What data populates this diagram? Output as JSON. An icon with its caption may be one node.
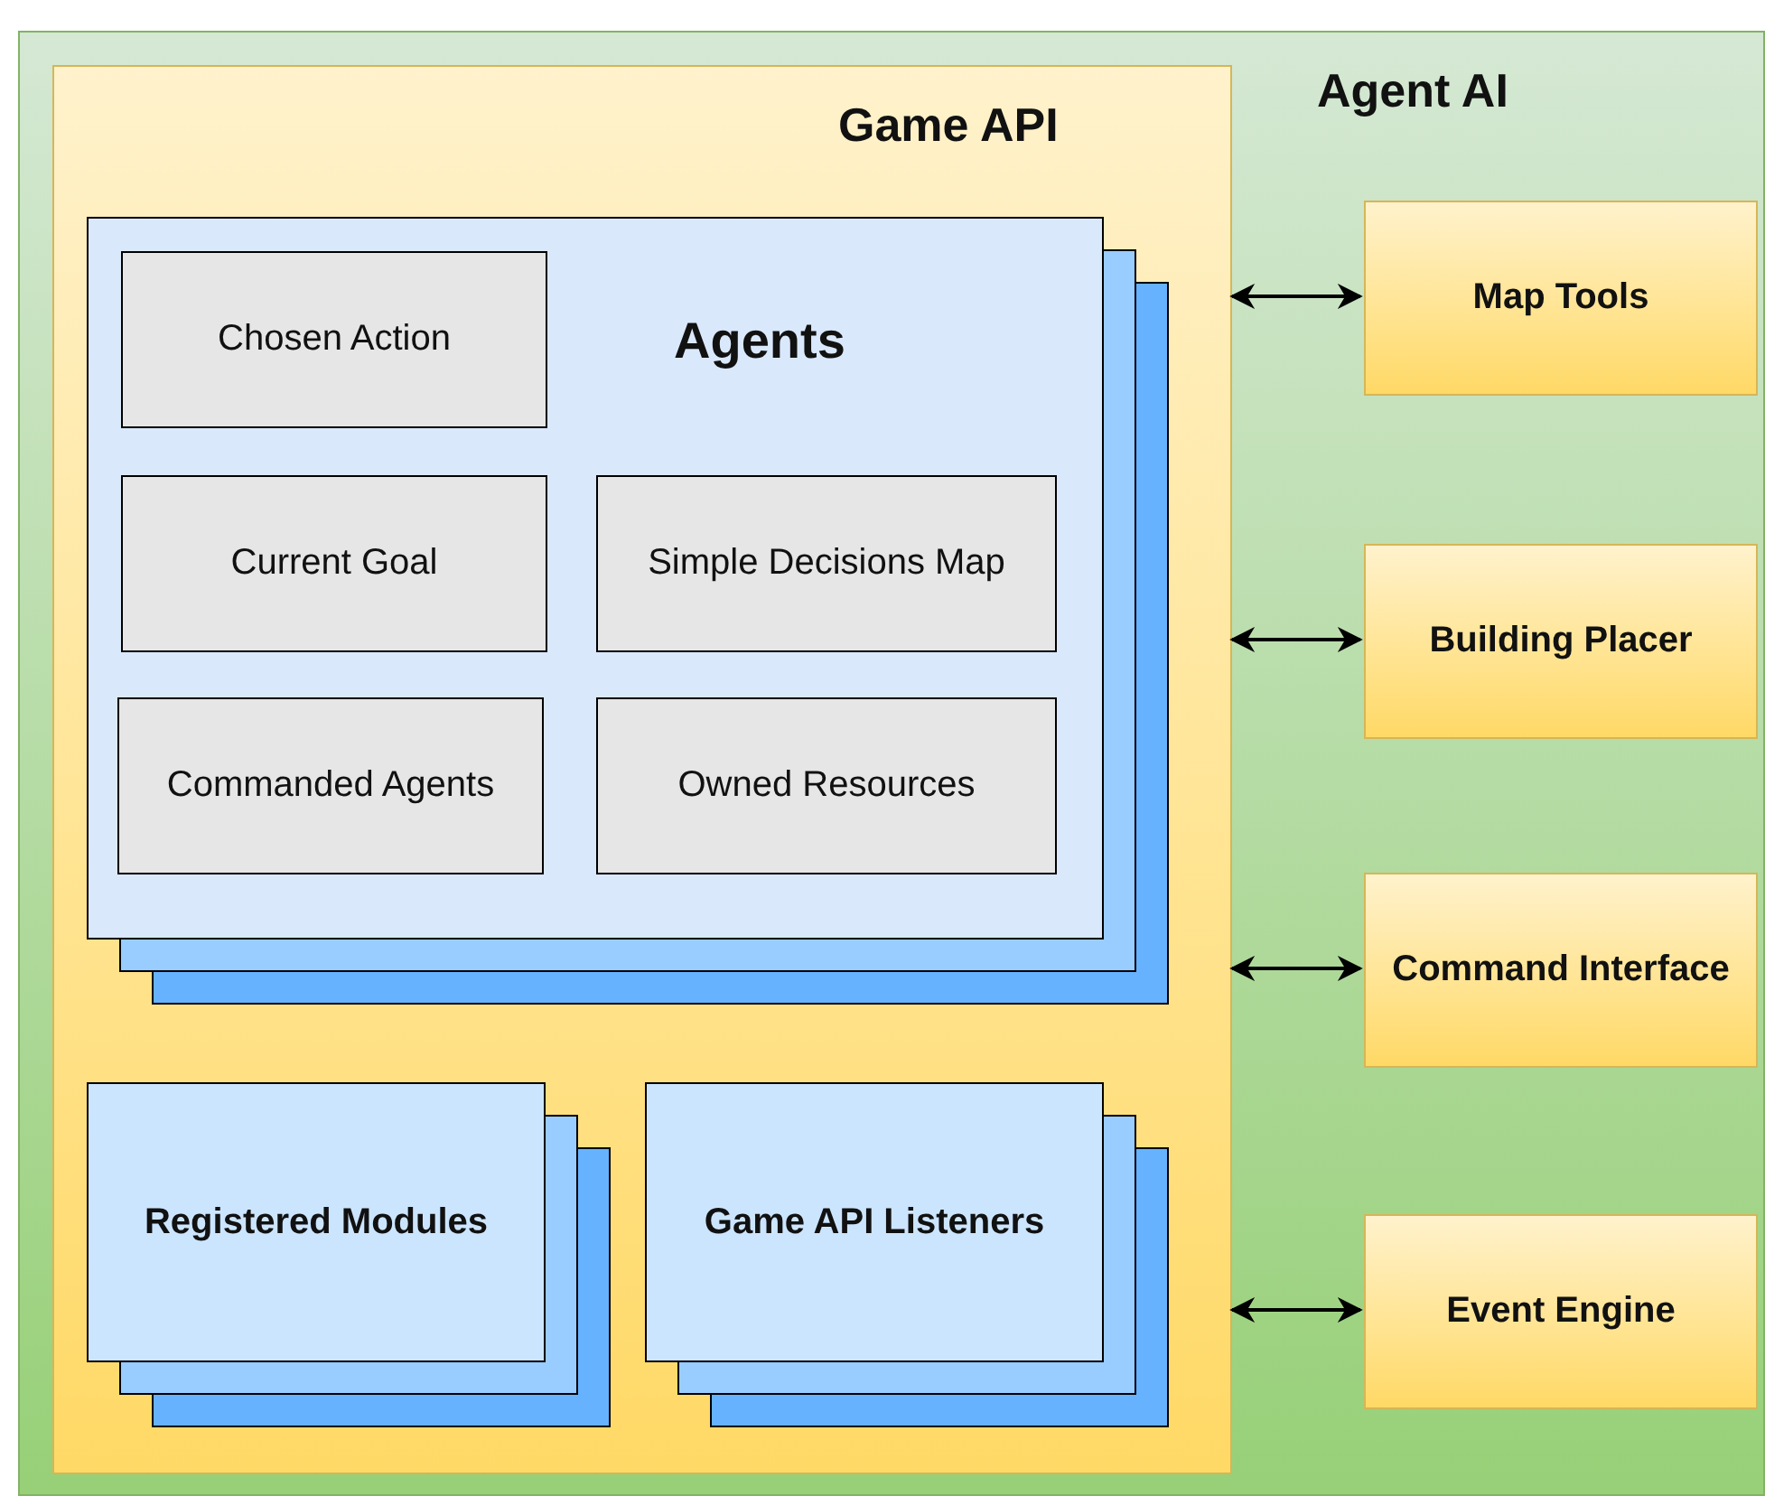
{
  "diagram": {
    "nodes": [
      {
        "text": [
          "Agent AI"
        ]
      },
      {
        "text": [
          "Game API"
        ],
        "in": 0
      },
      {
        "text": [
          "Agents"
        ],
        "in": 1
      },
      {
        "text": [
          "Chosen Action"
        ],
        "in": 2
      },
      {
        "text": [
          "Current Goal"
        ],
        "in": 2
      },
      {
        "text": [
          "Simple Decisions Map"
        ],
        "in": 2
      },
      {
        "text": [
          "Commanded Agents"
        ],
        "in": 2
      },
      {
        "text": [
          "Owned Resources"
        ],
        "in": 2
      },
      {
        "text": [
          "Registered Modules"
        ],
        "in": 1
      },
      {
        "text": [
          "Game API Listeners"
        ],
        "in": 1
      },
      {
        "text": [
          "Map Tools"
        ],
        "in": 0
      },
      {
        "text": [
          "Building Placer"
        ],
        "in": 0
      },
      {
        "text": [
          "Command Interface"
        ],
        "in": 0
      },
      {
        "text": [
          "Event Engine"
        ],
        "in": 0
      }
    ],
    "edges": [
      {
        "from": 1,
        "to": 10,
        "arrow": "both"
      },
      {
        "from": 1,
        "to": 11,
        "arrow": "both"
      },
      {
        "from": 1,
        "to": 12,
        "arrow": "both"
      },
      {
        "from": 1,
        "to": 13,
        "arrow": "both"
      }
    ]
  }
}
